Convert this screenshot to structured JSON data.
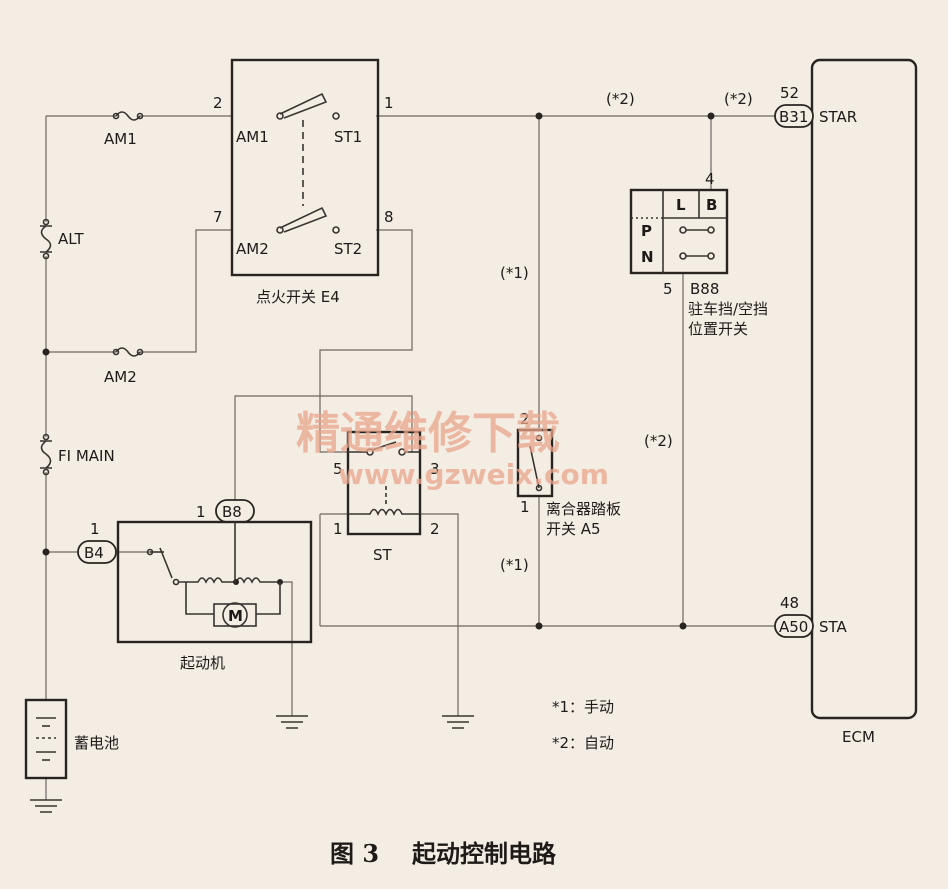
{
  "colors": {
    "ink": "#2a2420",
    "paper": "#f3ede4",
    "watermark": "#e9a48b"
  },
  "fuses": {
    "am1": "AM1",
    "alt": "ALT",
    "am2": "AM2",
    "fi_main": "FI MAIN"
  },
  "ignition_switch": {
    "name": "点火开关 E4",
    "term_am1": "AM1",
    "term_st1": "ST1",
    "term_am2": "AM2",
    "term_st2": "ST2",
    "pin_2": "2",
    "pin_1": "1",
    "pin_7": "7",
    "pin_8": "8"
  },
  "connectors": {
    "b31": "B31",
    "a50": "A50",
    "b8": "B8",
    "b4": "B4",
    "pin_b31": "52",
    "pin_a50": "48",
    "pin_b8": "1",
    "pin_b4": "1"
  },
  "ecm": {
    "name": "ECM",
    "star": "STAR",
    "sta": "STA"
  },
  "park_neutral_switch": {
    "code": "B88",
    "name_line1": "驻车挡/空挡",
    "name_line2": "位置开关",
    "col_l": "L",
    "col_b": "B",
    "row_p": "P",
    "row_n": "N",
    "pin_4": "4",
    "pin_5": "5"
  },
  "clutch_switch": {
    "name_line1": "离合器踏板",
    "name_line2": "开关 A5",
    "pin_2": "2",
    "pin_1": "1"
  },
  "st_relay": {
    "name": "ST",
    "pin_5": "5",
    "pin_3": "3",
    "pin_1": "1",
    "pin_2": "2"
  },
  "starter": {
    "name": "起动机",
    "motor": "M"
  },
  "battery": {
    "name": "蓄电池"
  },
  "markers": {
    "m2_a": "(*2)",
    "m2_b": "(*2)",
    "m1_a": "(*1)",
    "m2_c": "(*2)",
    "m1_b": "(*1)"
  },
  "notes": {
    "note1": "*1：手动",
    "note2": "*2：自动"
  },
  "watermark": {
    "line1": "精通维修下载",
    "line2": "www.gzweix.com"
  },
  "caption": {
    "fig": "图 3",
    "title": "起动控制电路"
  }
}
